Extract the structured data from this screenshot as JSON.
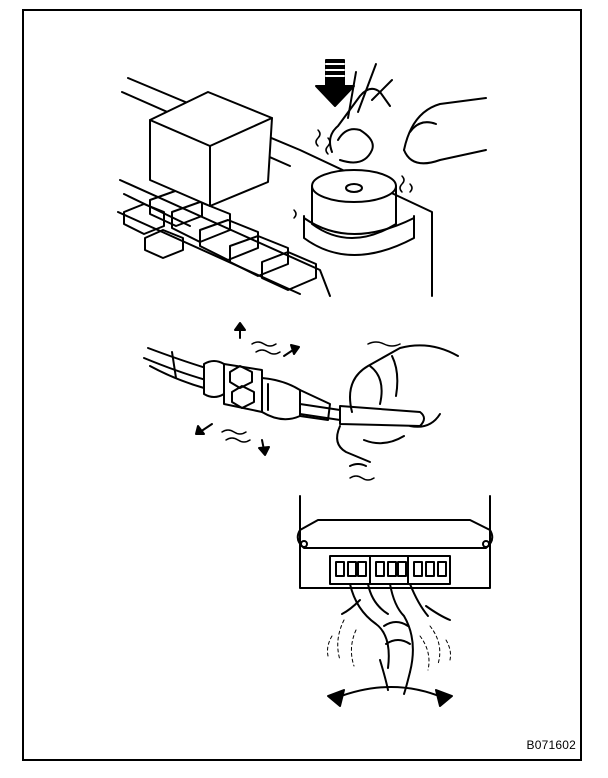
{
  "figure": {
    "code": "B071602",
    "panels": [
      "relay-tap-test",
      "connector-wiggle-test",
      "ecu-harness-wiggle-test"
    ],
    "line_color": "#000000",
    "background_color": "#ffffff"
  }
}
